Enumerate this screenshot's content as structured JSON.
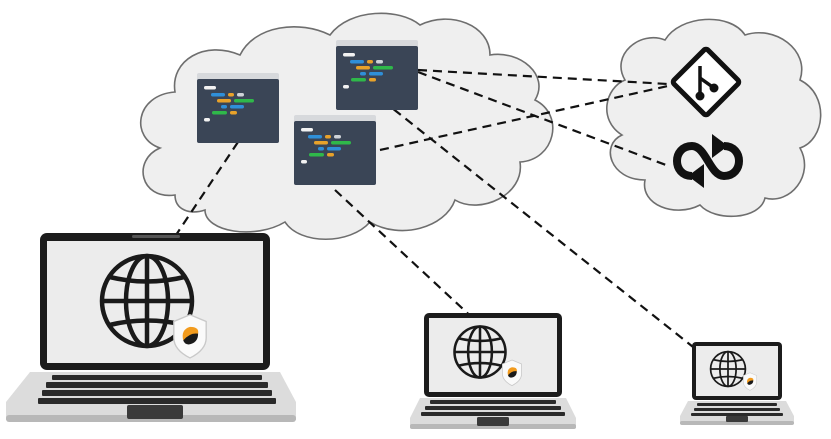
{
  "diagram": {
    "title": "",
    "colors": {
      "cloud_fill": "#efefef",
      "cloud_stroke": "#6e6e6e",
      "code_window_bg": "#3a4556",
      "code_window_titlebar": "#d7d9dc",
      "token_white": "#f2f2f2",
      "token_blue": "#2f8fd8",
      "token_orange": "#e8a22a",
      "token_green": "#2fb84a",
      "link": "#111111",
      "shield_accent": "#f29b1d"
    },
    "clouds": [
      {
        "id": "code-cloud",
        "label": "",
        "contains": [
          "code-window-1",
          "code-window-2",
          "code-window-3"
        ]
      },
      {
        "id": "services-cloud",
        "label": "",
        "contains": [
          "git-icon",
          "sync-icon"
        ]
      }
    ],
    "code_windows": [
      {
        "id": "code-window-1",
        "icon": "code-editor-icon"
      },
      {
        "id": "code-window-2",
        "icon": "code-editor-icon"
      },
      {
        "id": "code-window-3",
        "icon": "code-editor-icon"
      }
    ],
    "services": [
      {
        "id": "git-icon",
        "icon": "git-icon"
      },
      {
        "id": "sync-icon",
        "icon": "sync-icon"
      }
    ],
    "clients": [
      {
        "id": "laptop-large",
        "icons": [
          "globe-icon",
          "shield-icon"
        ]
      },
      {
        "id": "laptop-medium",
        "icons": [
          "globe-icon",
          "shield-icon"
        ]
      },
      {
        "id": "laptop-small",
        "icons": [
          "globe-icon",
          "shield-icon"
        ]
      }
    ],
    "links": [
      {
        "from": "code-window-1",
        "to": "laptop-large",
        "style": "dashed"
      },
      {
        "from": "code-window-2",
        "to": "laptop-medium",
        "style": "dashed"
      },
      {
        "from": "code-window-3",
        "to": "laptop-small",
        "style": "dashed"
      },
      {
        "from": "code-window-3",
        "to": "git-icon",
        "style": "dashed"
      },
      {
        "from": "code-window-3",
        "to": "sync-icon",
        "style": "dashed"
      },
      {
        "from": "code-window-2",
        "to": "git-icon",
        "style": "dashed"
      }
    ]
  }
}
